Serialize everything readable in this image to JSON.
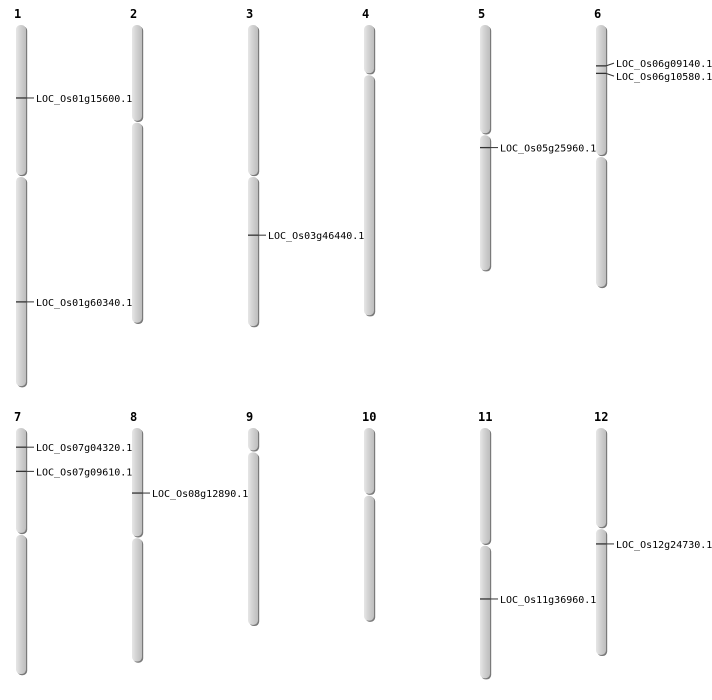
{
  "units": "Mb",
  "colors": {
    "chromosome_fill": "#d4d4d4",
    "chromosome_shadow": "#7a7a7a",
    "marker": "#333333"
  },
  "chromosomes": [
    {
      "name": "1",
      "length": 43.3,
      "centromere": 18.1,
      "genes": [
        {
          "id": "LOC_Os01g15600.1",
          "pos": 8.75
        },
        {
          "id": "LOC_Os01g60340.1",
          "pos": 33.2
        }
      ]
    },
    {
      "name": "2",
      "length": 35.7,
      "centromere": 11.6,
      "genes": []
    },
    {
      "name": "3",
      "length": 36.1,
      "centromere": 18.1,
      "genes": [
        {
          "id": "LOC_Os03g46440.1",
          "pos": 25.2
        }
      ]
    },
    {
      "name": "4",
      "length": 34.8,
      "centromere": 5.9,
      "genes": []
    },
    {
      "name": "5",
      "length": 29.4,
      "centromere": 13.1,
      "genes": [
        {
          "id": "LOC_Os05g25960.1",
          "pos": 14.7
        }
      ]
    },
    {
      "name": "6",
      "length": 31.4,
      "centromere": 15.7,
      "genes": [
        {
          "id": "LOC_Os06g09140.1",
          "pos": 4.9
        },
        {
          "id": "LOC_Os06g10580.1",
          "pos": 5.8
        }
      ]
    },
    {
      "name": "7",
      "length": 29.5,
      "centromere": 12.7,
      "genes": [
        {
          "id": "LOC_Os07g04320.1",
          "pos": 2.3
        },
        {
          "id": "LOC_Os07g09610.1",
          "pos": 5.2
        }
      ]
    },
    {
      "name": "8",
      "length": 28.0,
      "centromere": 13.1,
      "genes": [
        {
          "id": "LOC_Os08g12890.1",
          "pos": 7.8
        }
      ]
    },
    {
      "name": "9",
      "length": 23.6,
      "centromere": 2.8,
      "genes": []
    },
    {
      "name": "10",
      "length": 23.1,
      "centromere": 8.0,
      "genes": []
    },
    {
      "name": "11",
      "length": 30.0,
      "centromere": 14.0,
      "genes": [
        {
          "id": "LOC_Os11g36960.1",
          "pos": 20.5
        }
      ]
    },
    {
      "name": "12",
      "length": 27.2,
      "centromere": 12.0,
      "genes": [
        {
          "id": "LOC_Os12g24730.1",
          "pos": 13.9
        }
      ]
    }
  ]
}
